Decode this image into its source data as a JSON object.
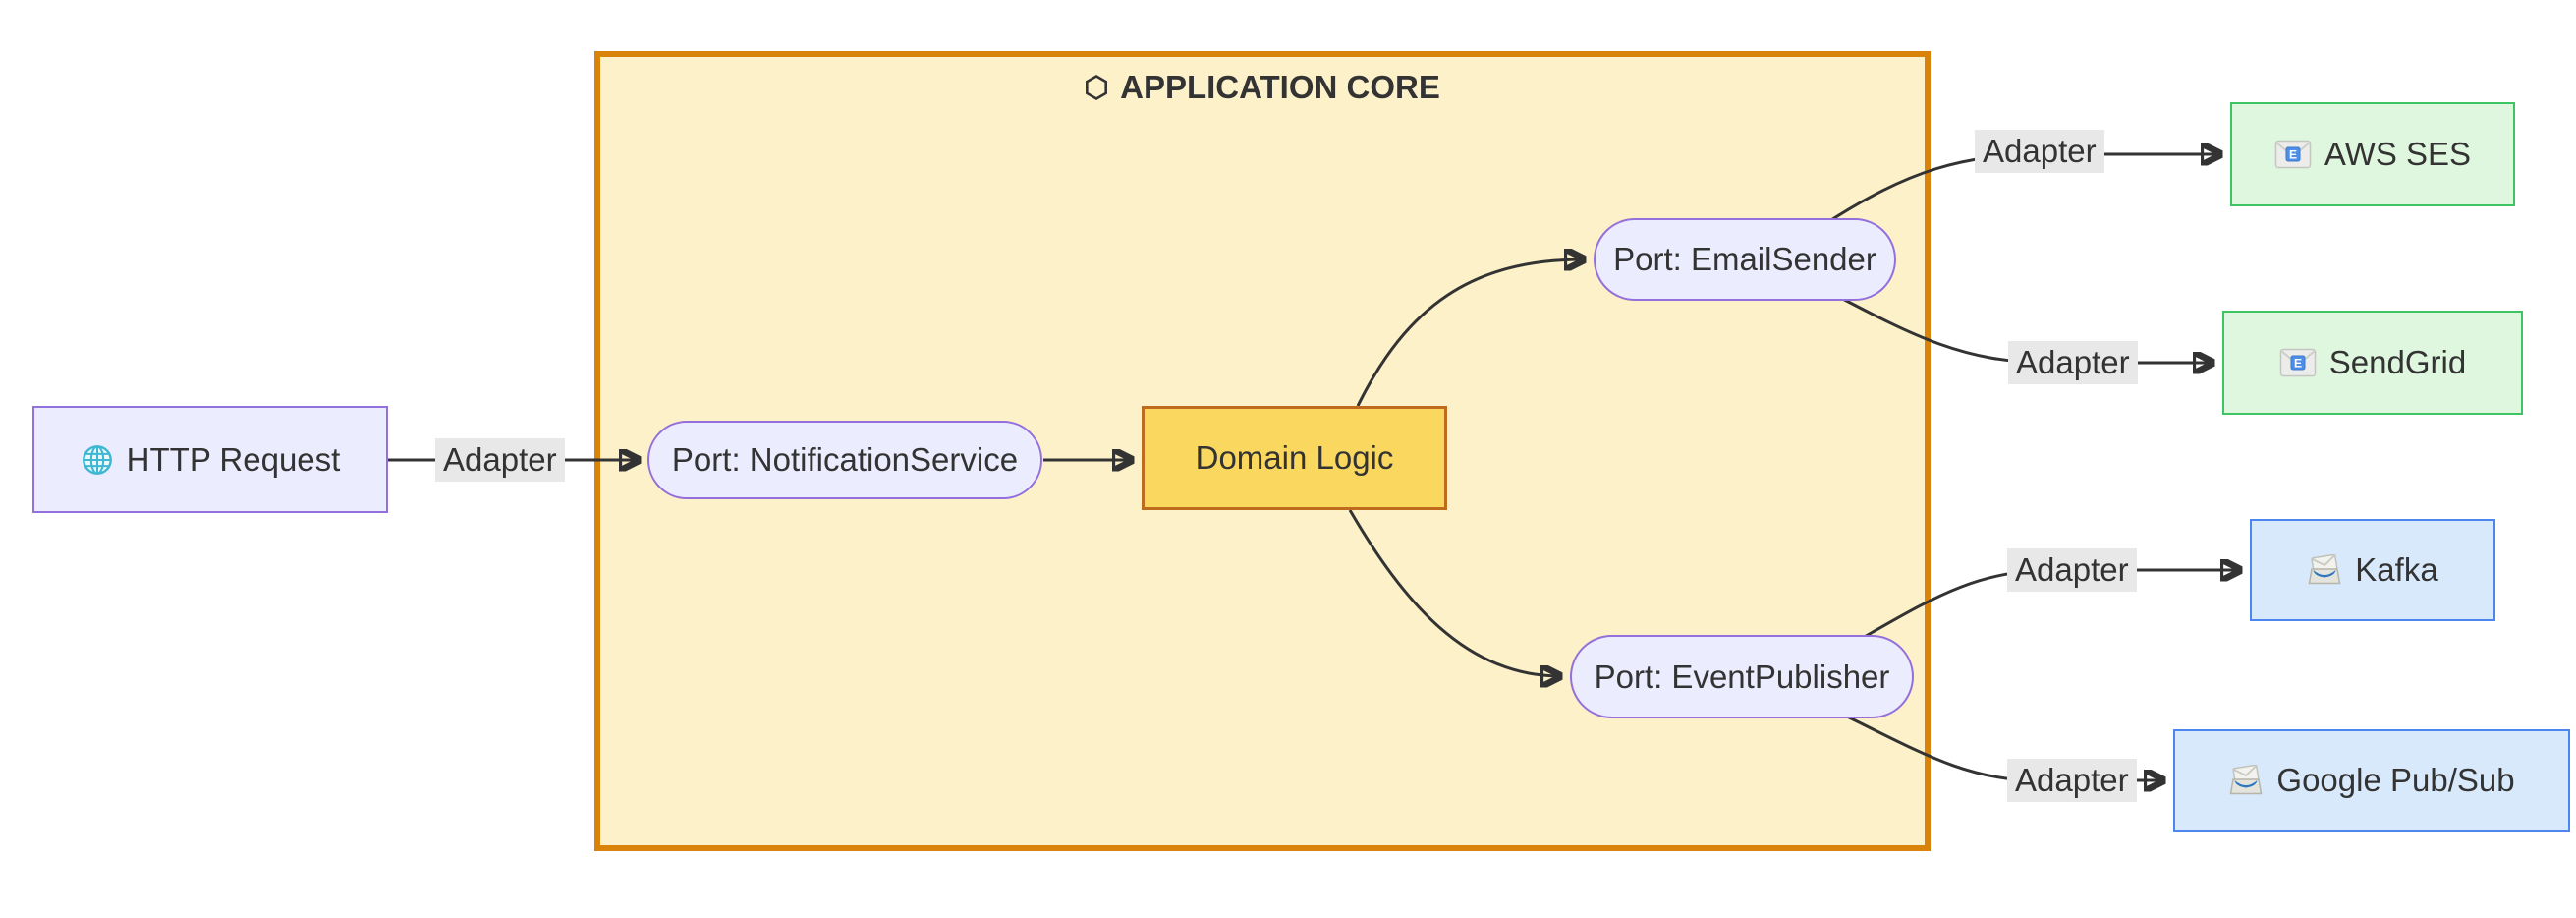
{
  "core": {
    "title": "APPLICATION CORE"
  },
  "nodes": {
    "http_request": {
      "label": "HTTP Request"
    },
    "port_notification": {
      "label": "Port: NotificationService"
    },
    "domain_logic": {
      "label": "Domain Logic"
    },
    "port_email": {
      "label": "Port: EmailSender"
    },
    "port_event": {
      "label": "Port: EventPublisher"
    },
    "aws_ses": {
      "label": "AWS SES"
    },
    "sendgrid": {
      "label": "SendGrid"
    },
    "kafka": {
      "label": "Kafka"
    },
    "google_pubsub": {
      "label": "Google Pub/Sub"
    }
  },
  "edge_labels": {
    "http_to_port": "Adapter",
    "email_to_ses": "Adapter",
    "email_to_sendgrid": "Adapter",
    "event_to_kafka": "Adapter",
    "event_to_pubsub": "Adapter"
  },
  "icons": {
    "core": "hexagon-icon",
    "http_request": "globe-icon",
    "aws_ses": "email-icon",
    "sendgrid": "email-icon",
    "kafka": "incoming-envelope-icon",
    "google_pubsub": "incoming-envelope-icon",
    "email_letter": "E"
  },
  "colors": {
    "edge": "#333333",
    "text": "#333333",
    "core_fill": "#FCF1C9",
    "core_border": "#D9830B",
    "port_fill": "#ECECFF",
    "port_border": "#9370DB",
    "domain_fill": "#FAD75E",
    "domain_border": "#BF6B1D",
    "email_provider_fill": "#DFF7DF",
    "email_provider_border": "#3FC463",
    "broker_fill": "#D8E9FC",
    "broker_border": "#4C86EE",
    "edge_label_bg": "#E8E8E8"
  }
}
